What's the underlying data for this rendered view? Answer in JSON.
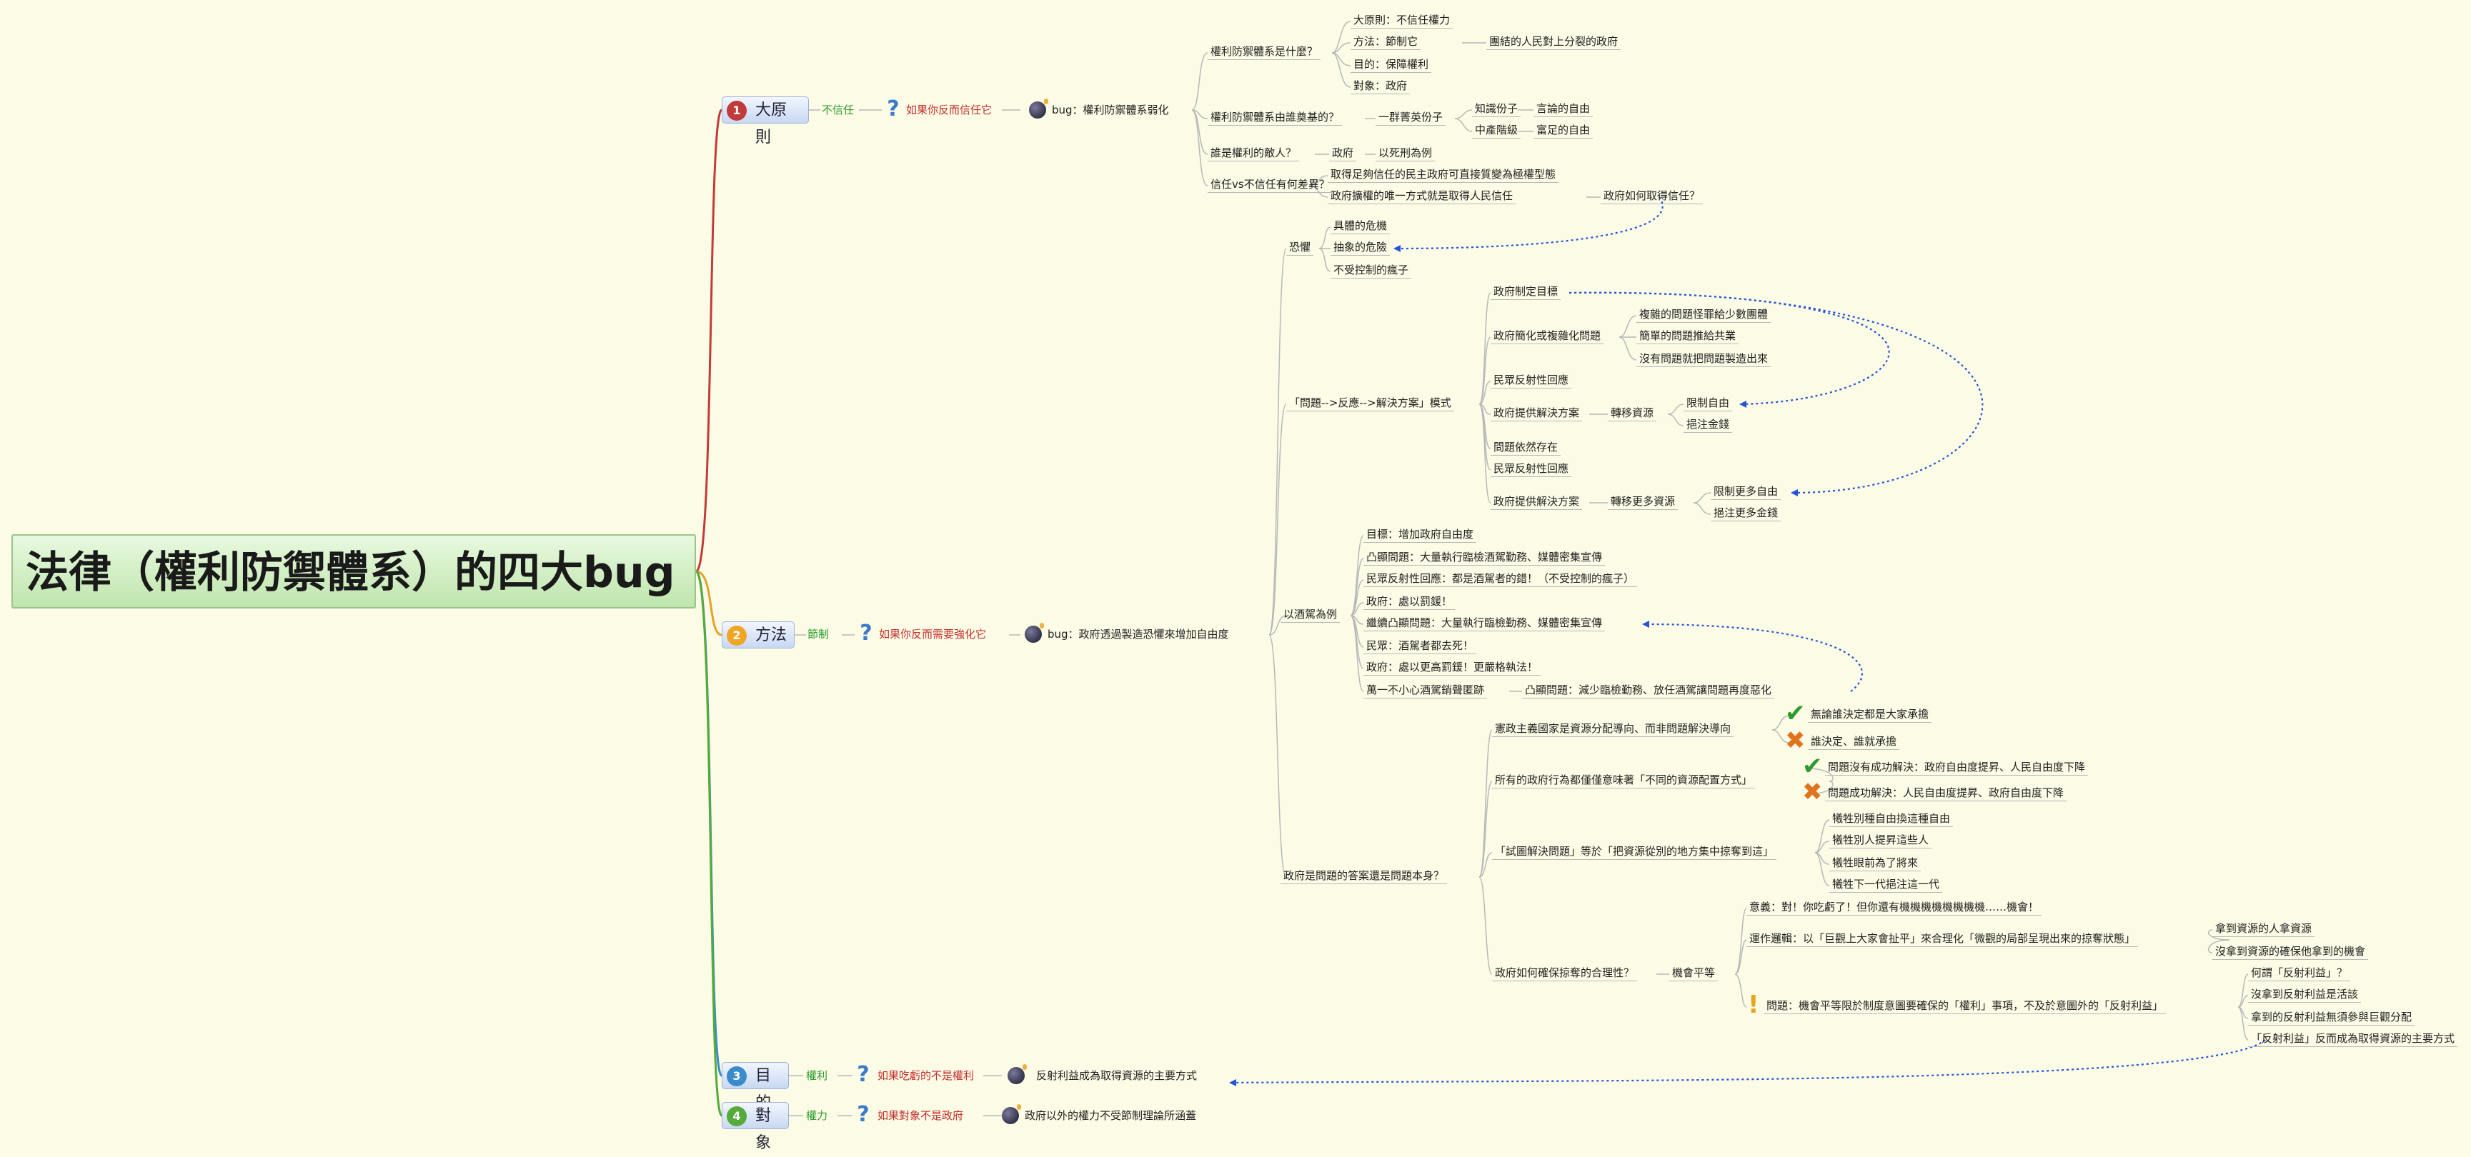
{
  "root": "法律（權利防禦體系）的四大bug",
  "branches": {
    "b1": {
      "label": "大原則",
      "num": "1",
      "color": "#c23b3b",
      "tag": "不信任",
      "q": "如果你反而信任它",
      "bug": "bug：權利防禦體系弱化"
    },
    "b2": {
      "label": "方法",
      "num": "2",
      "color": "#f0a524",
      "tag": "節制",
      "q": "如果你反而需要強化它",
      "bug": "bug：政府透過製造恐懼來增加自由度"
    },
    "b3": {
      "label": "目的",
      "num": "3",
      "color": "#3a8bcb",
      "tag": "權利",
      "q": "如果吃虧的不是權利",
      "bug": "反射利益成為取得資源的主要方式"
    },
    "b4": {
      "label": "對象",
      "num": "4",
      "color": "#55aa3a",
      "tag": "權力",
      "q": "如果對象不是政府",
      "bug": "政府以外的權力不受節制理論所涵蓋"
    }
  },
  "n": {
    "a1": "權利防禦體系是什麼？",
    "a1a": "大原則：不信任權力",
    "a1b": "方法：節制它",
    "a1b1": "團結的人民對上分裂的政府",
    "a1c": "目的：保障權利",
    "a1d": "對象：政府",
    "a2": "權利防禦體系由誰奠基的？",
    "a2a": "一群菁英份子",
    "a2a1": "知識份子",
    "a2a1x": "言論的自由",
    "a2a2": "中產階級",
    "a2a2x": "富足的自由",
    "a3": "誰是權利的敵人？",
    "a3a": "政府",
    "a3a1": "以死刑為例",
    "a4": "信任vs不信任有何差異？",
    "a4a": "取得足夠信任的民主政府可直接質變為極權型態",
    "a4b": "政府擴權的唯一方式就是取得人民信任",
    "a4b1": "政府如何取得信任？",
    "m1": "恐懼",
    "m1a": "具體的危機",
    "m1b": "抽象的危險",
    "m1c": "不受控制的瘋子",
    "m2": "「問題-->反應-->解決方案」模式",
    "m2a": "政府制定目標",
    "m2b": "政府簡化或複雜化問題",
    "m2b1": "複雜的問題怪罪給少數團體",
    "m2b2": "簡單的問題推給共業",
    "m2b3": "沒有問題就把問題製造出來",
    "m2c": "民眾反射性回應",
    "m2d": "政府提供解決方案",
    "m2d1": "轉移資源",
    "m2d1a": "限制自由",
    "m2d1b": "挹注金錢",
    "m2e": "問題依然存在",
    "m2f": "民眾反射性回應",
    "m2g": "政府提供解決方案",
    "m2g1": "轉移更多資源",
    "m2g1a": "限制更多自由",
    "m2g1b": "挹注更多金錢",
    "m3": "以酒駕為例",
    "m3a": "目標：增加政府自由度",
    "m3b": "凸顯問題：大量執行臨檢酒駕勤務、媒體密集宣傳",
    "m3c": "民眾反射性回應：都是酒駕者的錯！（不受控制的瘋子）",
    "m3d": "政府：處以罰鍰！",
    "m3e": "繼續凸顯問題：大量執行臨檢勤務、媒體密集宣傳",
    "m3f": "民眾：酒駕者都去死！",
    "m3g": "政府：處以更高罰鍰！更嚴格執法！",
    "m3h": "萬一不小心酒駕銷聲匿跡",
    "m3h1": "凸顯問題：減少臨檢勤務、放任酒駕讓問題再度惡化",
    "m4": "政府是問題的答案還是問題本身？",
    "m4a": "憲政主義國家是資源分配導向、而非問題解決導向",
    "m4a1": "無論誰決定都是大家承擔",
    "m4a2": "誰決定、誰就承擔",
    "m4b": "所有的政府行為都僅僅意味著「不同的資源配置方式」",
    "m4b1": "問題沒有成功解決：政府自由度提昇、人民自由度下降",
    "m4b2": "問題成功解決：人民自由度提昇、政府自由度下降",
    "m4c": "「試圖解決問題」等於「把資源從別的地方集中掠奪到這」",
    "m4c1": "犧牲別種自由換這種自由",
    "m4c2": "犧牲別人提昇這些人",
    "m4c3": "犧牲眼前為了將來",
    "m4c4": "犧牲下一代挹注這一代",
    "m4d": "政府如何確保掠奪的合理性？",
    "m4d1": "機會平等",
    "m4d1a": "意義：對！你吃虧了！但你還有機機機機機機機機……機會！",
    "m4d1b": "運作邏輯：以「巨觀上大家會扯平」來合理化「微觀的局部呈現出來的掠奪狀態」",
    "m4d1b1": "拿到資源的人拿資源",
    "m4d1b2": "沒拿到資源的確保他拿到的機會",
    "m4d1c": "問題：機會平等限於制度意圖要確保的「權利」事項，不及於意圖外的「反射利益」",
    "m4d1c1": "何謂「反射利益」？",
    "m4d1c2": "沒拿到反射利益是活該",
    "m4d1c3": "拿到的反射利益無須參與巨觀分配",
    "m4d1c4": "「反射利益」反而成為取得資源的主要方式"
  },
  "colors": {
    "branch_lines": "#c23b3b",
    "connector": "#b8b8b8",
    "relation": "#2453d6"
  }
}
